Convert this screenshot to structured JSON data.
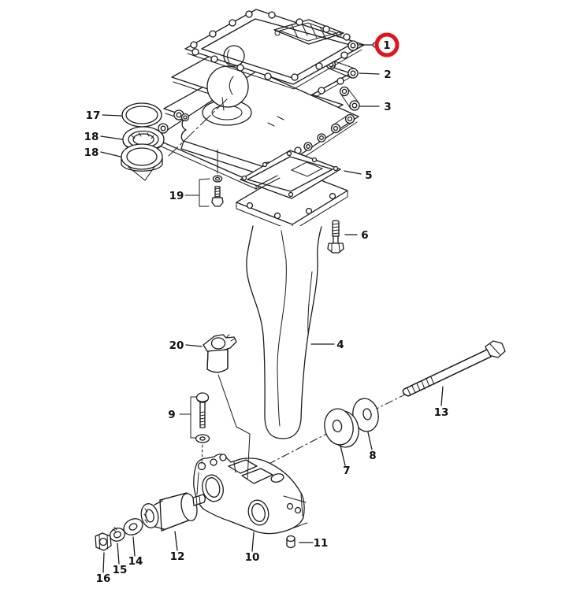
{
  "diagram": {
    "background_color": "#ffffff",
    "line_color": "#1b1b1b",
    "highlight_color": "#e3131b",
    "callouts": [
      {
        "ref": "1",
        "highlighted": true
      },
      {
        "ref": "2",
        "highlighted": false
      },
      {
        "ref": "3",
        "highlighted": false
      },
      {
        "ref": "17",
        "highlighted": false
      },
      {
        "ref": "18",
        "highlighted": false
      },
      {
        "ref": "18",
        "highlighted": false
      },
      {
        "ref": "19",
        "highlighted": false
      },
      {
        "ref": "5",
        "highlighted": false
      },
      {
        "ref": "6",
        "highlighted": false
      },
      {
        "ref": "4",
        "highlighted": false
      },
      {
        "ref": "20",
        "highlighted": false
      },
      {
        "ref": "9",
        "highlighted": false
      },
      {
        "ref": "7",
        "highlighted": false
      },
      {
        "ref": "8",
        "highlighted": false
      },
      {
        "ref": "13",
        "highlighted": false
      },
      {
        "ref": "12",
        "highlighted": false
      },
      {
        "ref": "10",
        "highlighted": false
      },
      {
        "ref": "11",
        "highlighted": false
      },
      {
        "ref": "14",
        "highlighted": false
      },
      {
        "ref": "15",
        "highlighted": false
      },
      {
        "ref": "16",
        "highlighted": false
      }
    ]
  }
}
